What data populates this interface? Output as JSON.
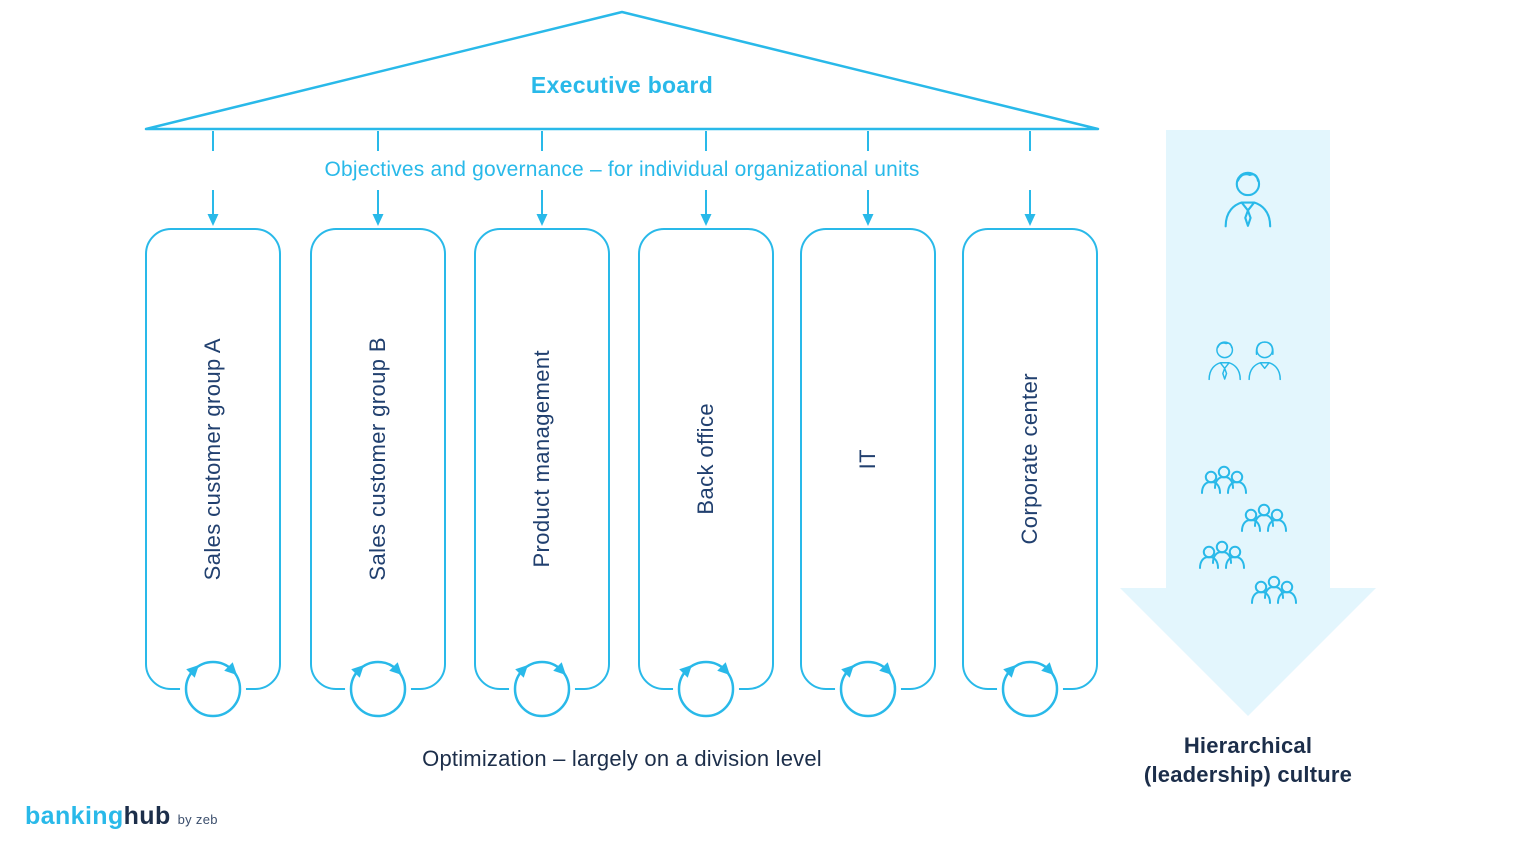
{
  "colors": {
    "cyan": "#29b9e9",
    "navy": "#1c2e4a",
    "pillar_label_blue": "#21406f",
    "arrow_background": "#e3f6fd"
  },
  "roof": {
    "title": "Executive board",
    "subtitle": "Objectives and governance – for individual organizational units"
  },
  "pillars": [
    "Sales customer group A",
    "Sales customer group B",
    "Product management",
    "Back office",
    "IT",
    "Corporate center"
  ],
  "captions": {
    "optimization": "Optimization – largely on a division level",
    "culture_line1": "Hierarchical",
    "culture_line2": "(leadership) culture"
  },
  "icons": {
    "cycle": "cycle-arrows-icon",
    "single_person": "executive-person-icon",
    "pair": "management-pair-icon",
    "group": "employee-group-icon",
    "big_arrow": "hierarchy-down-arrow"
  },
  "logo": {
    "part1": "banking",
    "part2": "hub",
    "suffix": "by zeb"
  }
}
